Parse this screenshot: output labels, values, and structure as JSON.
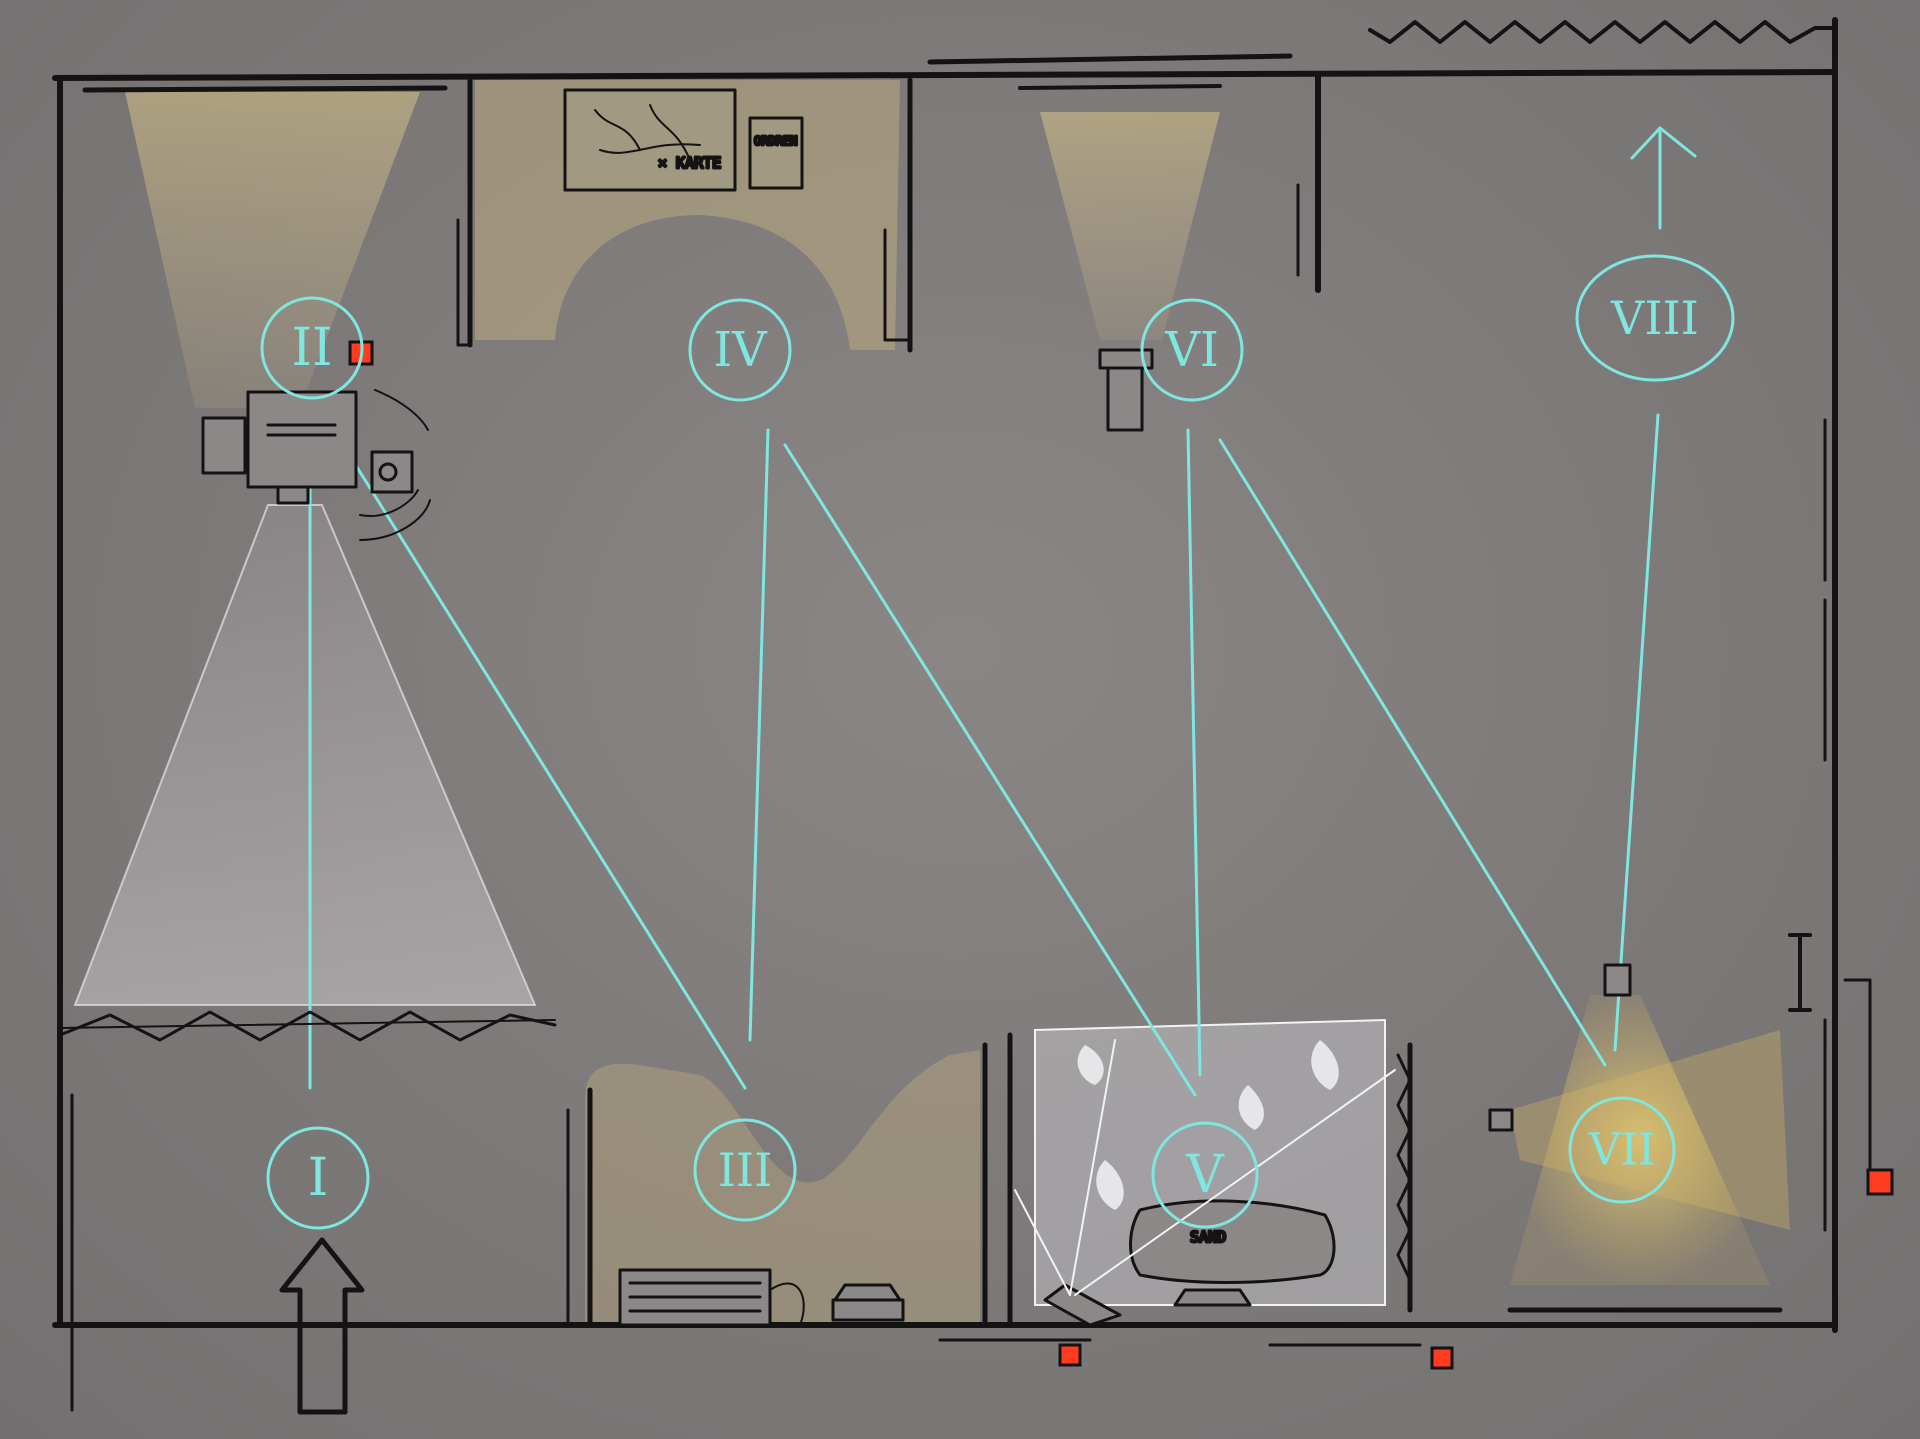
{
  "palette": {
    "background": "#7d7a7a",
    "wall": "#141212",
    "cyan": "#7fe6e0",
    "warm_light": "#d8c48a",
    "cold_light": "#c8c6c8",
    "indicator": "#ff3b20"
  },
  "stations": [
    {
      "id": "I",
      "label": "I"
    },
    {
      "id": "II",
      "label": "II"
    },
    {
      "id": "III",
      "label": "III"
    },
    {
      "id": "IV",
      "label": "IV"
    },
    {
      "id": "V",
      "label": "V"
    },
    {
      "id": "VI",
      "label": "VI"
    },
    {
      "id": "VII",
      "label": "VII"
    },
    {
      "id": "VIII",
      "label": "VIII"
    }
  ],
  "annotations": {
    "map_text": "× KARTE",
    "order_sign": "ORDREN",
    "sand_label": "SAND"
  },
  "icons": {
    "entrance": "up-arrow-icon",
    "exit": "up-arrow-icon",
    "indicator": "red-light-icon"
  }
}
